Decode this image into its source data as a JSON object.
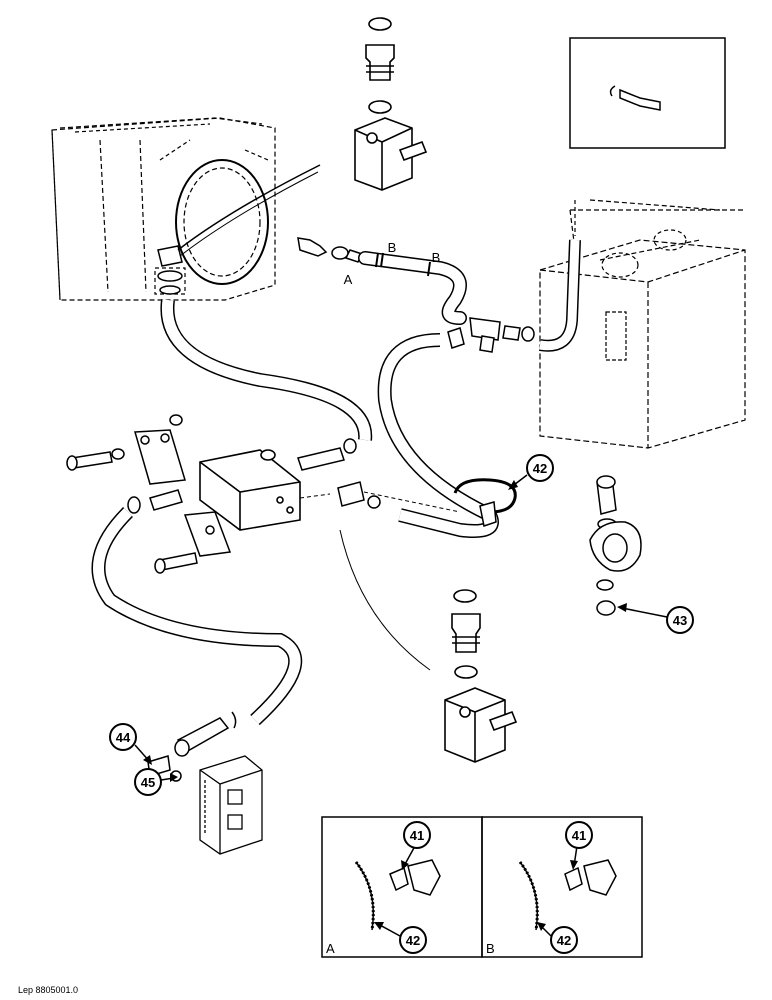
{
  "callouts": {
    "c41a": "41",
    "c41b": "41",
    "c42_main": "42",
    "c42a": "42",
    "c42b": "42",
    "c43": "43",
    "c44": "44",
    "c45": "45"
  },
  "hose_labels": {
    "a": "A",
    "b1": "B",
    "b2": "B"
  },
  "detail_panels": {
    "a_label": "A",
    "b_label": "B"
  },
  "reference": "Lep 8805001.0"
}
